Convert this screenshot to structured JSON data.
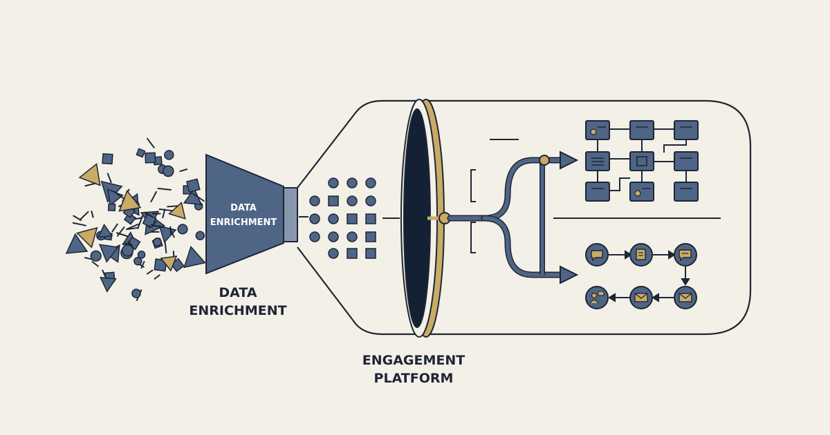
{
  "labels": {
    "funnel_line1": "DATA",
    "funnel_line2": "ENRICHMENT",
    "under_funnel_line1": "DATA",
    "under_funnel_line2": "ENRICHMENT",
    "platform_line1": "ENGAGEMENT",
    "platform_line2": "PLATFORM"
  },
  "colors": {
    "background": "#f3f0e8",
    "slate": "#4f6586",
    "ink": "#1e2533",
    "gold": "#c9ab66",
    "portal": "#142033"
  },
  "icons": {
    "workflow_nodes": [
      "node-circle-icon",
      "node-icon",
      "node-icon",
      "node-list-icon",
      "node-square-icon",
      "node-icon",
      "node-icon",
      "node-circle-icon",
      "node-icon"
    ],
    "channel_cycle": [
      "chat-bubble-icon",
      "document-icon",
      "message-icon",
      "mail-icon",
      "envelope-icon",
      "user-chat-icon"
    ]
  }
}
